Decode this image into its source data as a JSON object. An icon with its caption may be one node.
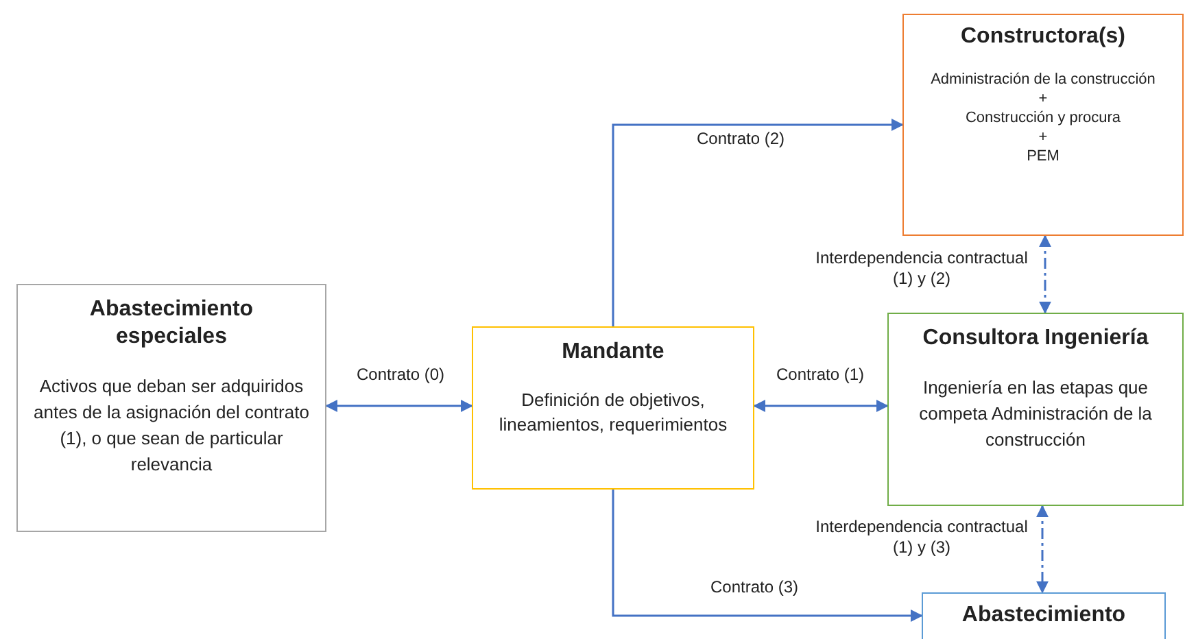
{
  "diagram": {
    "nodes": [
      {
        "text": [
          "Constructora(s)",
          "Administración de la construcción",
          "+",
          "Construcción y procura",
          "+",
          "PEM"
        ]
      },
      {
        "text": [
          "Abastecimiento especiales",
          "Activos que deban ser adquiridos antes de la asignación del contrato (1), o que sean de particular relevancia"
        ]
      },
      {
        "text": [
          "Mandante",
          "Definición de objetivos, lineamientos, requerimientos"
        ]
      },
      {
        "text": [
          "Consultora Ingeniería",
          "Ingeniería en las etapas que competa Administración de la construcción"
        ]
      },
      {
        "text": [
          "Abastecimiento"
        ]
      }
    ],
    "edges": [
      {
        "from": 2,
        "to": 0,
        "arrow": "to",
        "label": "Contrato (2)"
      },
      {
        "from": 1,
        "to": 2,
        "arrow": "both",
        "label": "Contrato (0)"
      },
      {
        "from": 2,
        "to": 3,
        "arrow": "both",
        "label": "Contrato (1)"
      },
      {
        "from": 0,
        "to": 3,
        "arrow": "both",
        "label": "Interdependencia contractual (1) y (2)",
        "style": "dashed"
      },
      {
        "from": 2,
        "to": 4,
        "arrow": "to",
        "label": "Contrato (3)"
      },
      {
        "from": 3,
        "to": 4,
        "arrow": "both",
        "label": "Interdependencia contractual (1) y (3)",
        "style": "dashed"
      }
    ]
  }
}
